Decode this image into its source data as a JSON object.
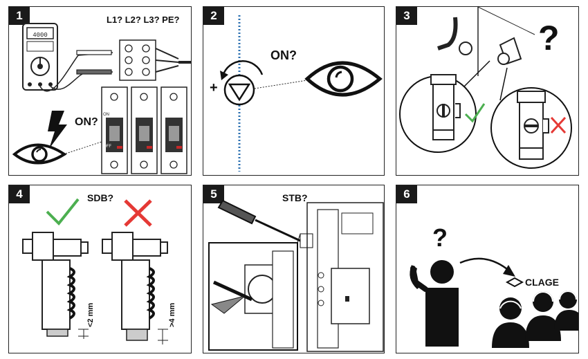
{
  "panels": [
    {
      "number": "1",
      "question": "L1? L2? L3? PE?",
      "on_label": "ON?",
      "meter_display": "4000",
      "breaker_on": "ON",
      "breaker_off": "OFF"
    },
    {
      "number": "2",
      "on_label": "ON?",
      "plus_sign": "+"
    },
    {
      "number": "3",
      "question_mark": "?"
    },
    {
      "number": "4",
      "label": "SDB?",
      "dim_left": "<2 mm",
      "dim_right": ">4 mm"
    },
    {
      "number": "5",
      "label": "STB?"
    },
    {
      "number": "6",
      "question_mark": "?",
      "brand": "CLAGE"
    }
  ],
  "colors": {
    "check": "#4caf50",
    "cross": "#e53935",
    "blue_dots": "#2a6fb0",
    "dark": "#1a1a1a",
    "breaker_red": "#c62828"
  },
  "icons": [
    "multimeter-icon",
    "terminal-block-icon",
    "lightning-icon",
    "eye-icon",
    "breaker-icon",
    "rotary-switch-icon",
    "valve-icon",
    "check-icon",
    "cross-icon",
    "heating-element-icon",
    "screwdriver-icon",
    "person-icon",
    "phone-icon",
    "headset-agent-icon"
  ]
}
